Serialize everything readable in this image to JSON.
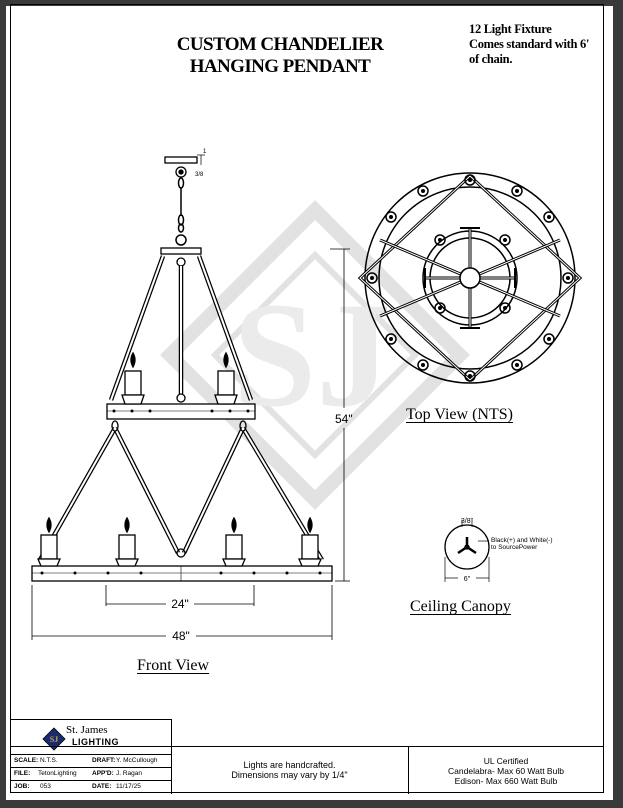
{
  "drawing": {
    "title_line1": "CUSTOM CHANDELIER",
    "title_line2": "HANGING PENDANT",
    "note_line1": "12 Light Fixture",
    "note_line2": "Comes standard with 6'",
    "note_line3": "of chain.",
    "top_view_label": "Top View (NTS)",
    "front_view_label": "Front View",
    "ceiling_canopy_label": "Ceiling Canopy",
    "dim_height": "54\"",
    "dim_width_inner": "24\"",
    "dim_width_outer": "48\"",
    "canopy_dim_top": "3/8\"",
    "canopy_dim_bottom": "6\"",
    "canopy_wire_line1": "Black(+) and White(-)",
    "canopy_wire_line2": "to SourcePower",
    "chain_callout": "1",
    "chain_callout_frac": "3/8"
  },
  "watermark": {
    "letters": "SJ"
  },
  "title_block": {
    "company_name": "St. James",
    "company_sub": "LIGHTING",
    "logo_mark": "SJ",
    "scale_key": "SCALE:",
    "scale_val": "N.T.S.",
    "draft_key": "DRAFT:",
    "draft_val": "Y. McCullough",
    "file_key": "FILE:",
    "file_val": "TetonLighting",
    "appd_key": "APP'D:",
    "appd_val": "J. Ragan",
    "job_key": "JOB:",
    "job_val": "053",
    "date_key": "DATE:",
    "date_val": "11/17/25",
    "note_line1": "Lights are handcrafted.",
    "note_line2": "Dimensions may vary by 1/4\"",
    "cert_line1": "UL Certified",
    "cert_line2": "Candelabra- Max 60 Watt Bulb",
    "cert_line3": "Edison- Max 660 Watt Bulb"
  },
  "colors": {
    "line": "#000000",
    "watermark": "#e4e4e4",
    "paper": "#ffffff"
  }
}
